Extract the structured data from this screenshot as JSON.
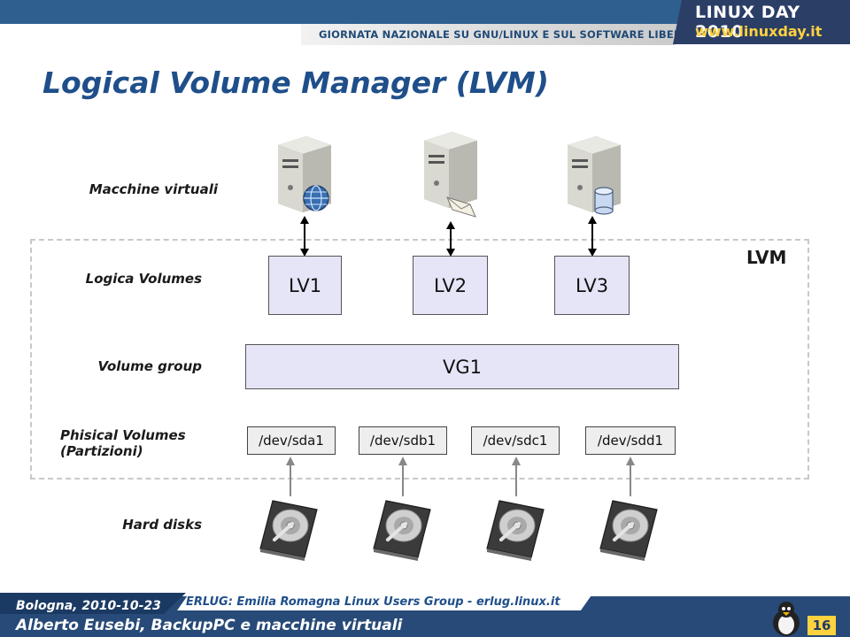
{
  "header": {
    "subtitle": "GIORNATA NAZIONALE SU GNU/LINUX E SUL SOFTWARE LIBERO",
    "logo_line1": "LINUX DAY 2010",
    "logo_line2": "www.linuxday.it"
  },
  "slide": {
    "title": "Logical Volume Manager (LVM)"
  },
  "rows": {
    "vm_label": "Macchine virtuali",
    "lv_label": "Logica Volumes",
    "vg_label": "Volume group",
    "pv_label_line1": "Phisical Volumes",
    "pv_label_line2": "(Partizioni)",
    "hd_label": "Hard disks"
  },
  "lvm": {
    "label": "LVM",
    "logical_volumes": [
      "LV1",
      "LV2",
      "LV3"
    ],
    "volume_group": "VG1",
    "physical_volumes": [
      "/dev/sda1",
      "/dev/sdb1",
      "/dev/sdc1",
      "/dev/sdd1"
    ]
  },
  "icons": {
    "vm1": "server-globe-icon",
    "vm2": "server-mail-icon",
    "vm3": "server-database-icon",
    "disk": "hard-disk-icon",
    "tux": "tux-penguin-icon"
  },
  "colors": {
    "title": "#1f4f8a",
    "box_fill": "#e5e5f7",
    "pv_fill": "#eeeeee",
    "footer": "#274a78",
    "accent": "#ffd23f"
  },
  "footer": {
    "date": "Bologna, 2010-10-23",
    "group": "ERLUG: Emilia Romagna Linux Users Group - erlug.linux.it",
    "author": "Alberto Eusebi, BackupPC e macchine virtuali",
    "page": "16"
  }
}
